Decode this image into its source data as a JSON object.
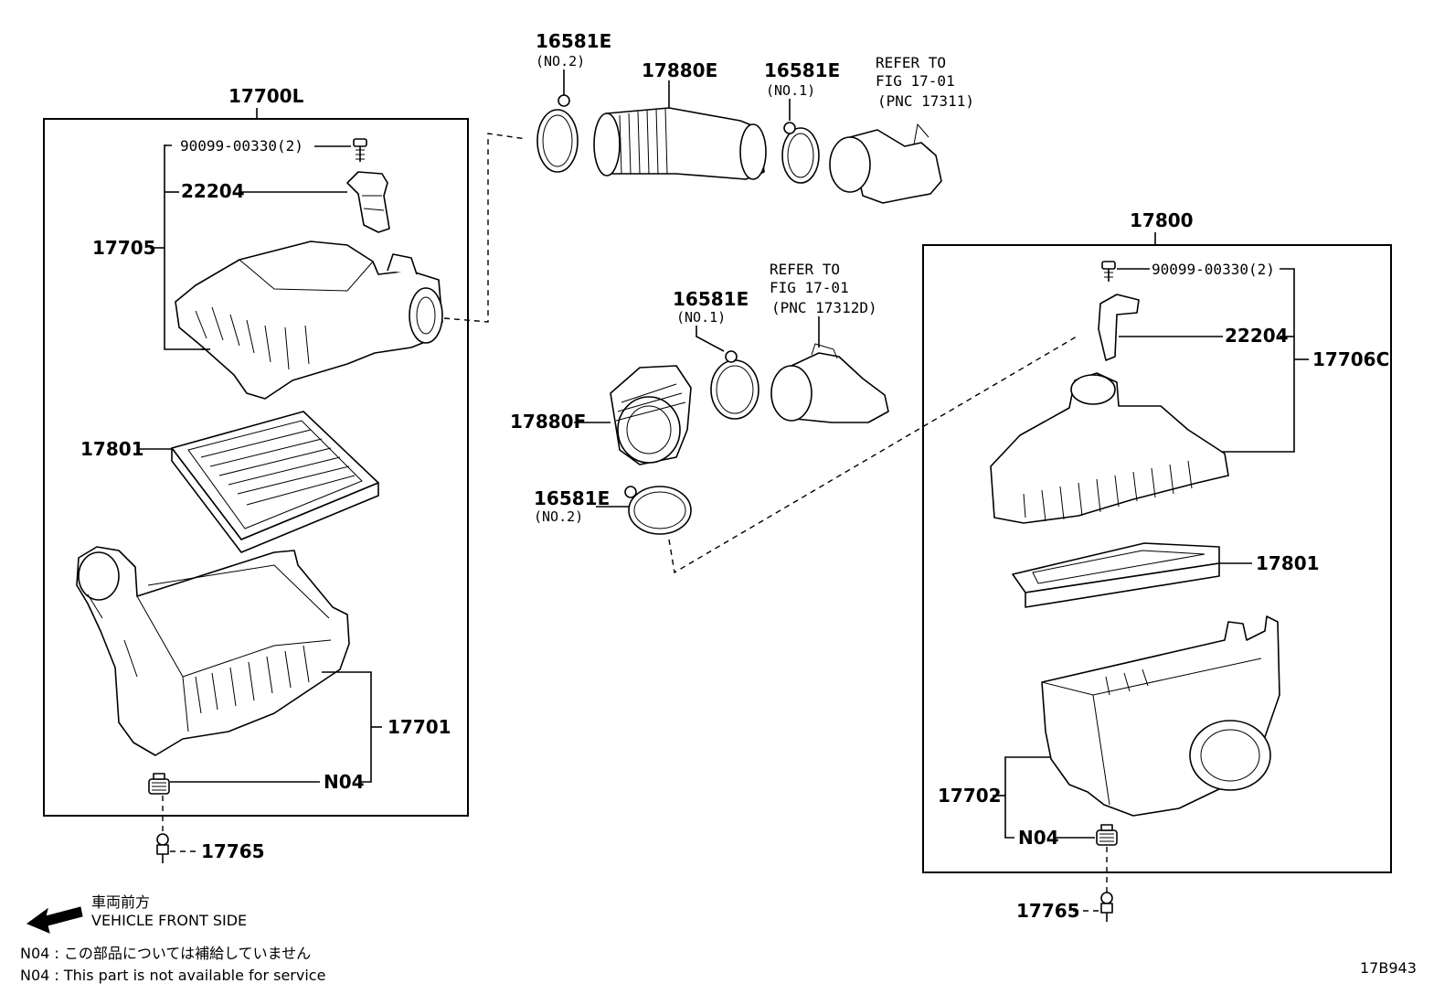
{
  "left_group": {
    "assembly": "17700L",
    "bolt": "90099-00330(2)",
    "sensor": "22204",
    "cap_sub": "17705",
    "filter": "17801",
    "case": "17701",
    "n04": "N04",
    "stud": "17765"
  },
  "intake": {
    "clamp_top_left": "16581E",
    "clamp_top_left_sub": "(NO.2)",
    "hose_upper": "17880E",
    "clamp_top_right": "16581E",
    "clamp_top_right_sub": "(NO.1)",
    "ref_upper": [
      "REFER TO",
      "FIG 17-01",
      "(PNC 17311)"
    ],
    "clamp_mid": "16581E",
    "clamp_mid_sub": "(NO.1)",
    "ref_lower": [
      "REFER TO",
      "FIG 17-01",
      "(PNC 17312D)"
    ],
    "hose_lower": "17880F",
    "clamp_low": "16581E",
    "clamp_low_sub": "(NO.2)"
  },
  "right_group": {
    "assembly": "17800",
    "bolt": "90099-00330(2)",
    "sensor": "22204",
    "cap_sub": "17706C",
    "filter": "17801",
    "case": "17702",
    "n04": "N04",
    "stud": "17765"
  },
  "legend": {
    "direction_jp": "車両前方",
    "direction_en": "VEHICLE FRONT SIDE",
    "note_jp": "N04 : この部品については補給していません",
    "note_en": "N04 : This part is not available for service"
  },
  "figure_id": "17B943"
}
